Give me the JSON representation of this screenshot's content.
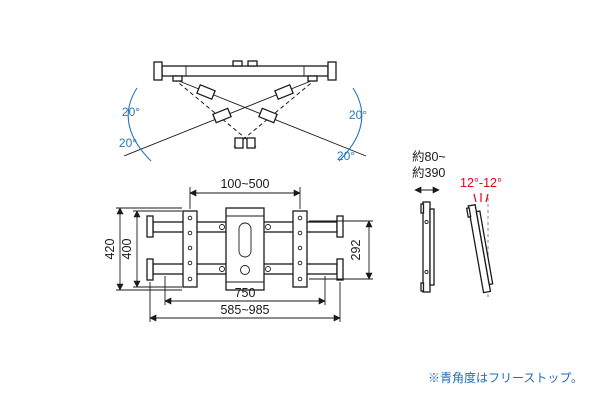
{
  "colors": {
    "line": "#1a1a1a",
    "angle_blue": "#2878b8",
    "tilt_red": "#e8001c",
    "note_blue": "#1f6db5"
  },
  "top_view": {
    "angle_left_upper": "20°",
    "angle_left_lower": "20°",
    "angle_right_upper": "20°",
    "angle_right_lower": "20°"
  },
  "front_view": {
    "dim_width_top": "100~500",
    "dim_height_outer": "420",
    "dim_height_inner": "400",
    "dim_height_right": "292",
    "dim_width_arms": "750",
    "dim_width_total": "585~985"
  },
  "side_view": {
    "depth_range_line1": "約80~",
    "depth_range_line2": "約390",
    "tilt_range": "12°-12°"
  },
  "footnote": "※青角度はフリーストップ。"
}
